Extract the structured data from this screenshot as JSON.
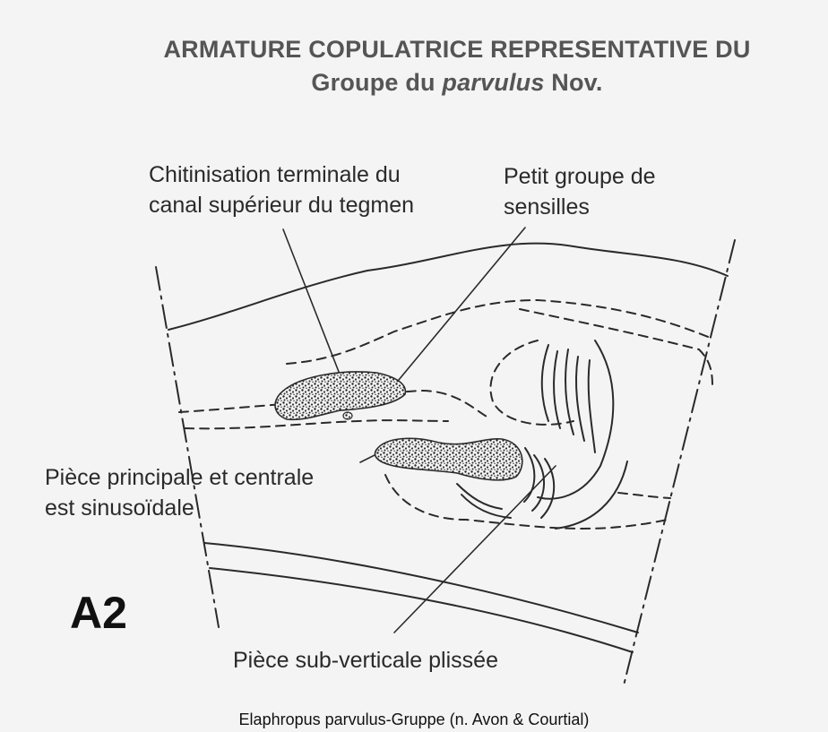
{
  "title": {
    "line1": "ARMATURE COPULATRICE REPRESENTATIVE DU",
    "line2_prefix": "Groupe du ",
    "line2_italic": "parvulus",
    "line2_suffix": " Nov."
  },
  "labels": {
    "chitinisation_line1": "Chitinisation terminale du",
    "chitinisation_line2": "canal supérieur du tegmen",
    "sensilles_line1": "Petit groupe de",
    "sensilles_line2": "sensilles",
    "piece_principale_line1": "Pièce principale et centrale",
    "piece_principale_line2": "est sinusoïdale",
    "piece_sub_verticale": "Pièce sub-verticale plissée"
  },
  "figure_id": "A2",
  "caption": "Elaphropus parvulus-Gruppe (n. Avon & Courtial)",
  "colors": {
    "ink": "#2a2a2a",
    "background": "#f4f4f4",
    "title": "#555555"
  }
}
